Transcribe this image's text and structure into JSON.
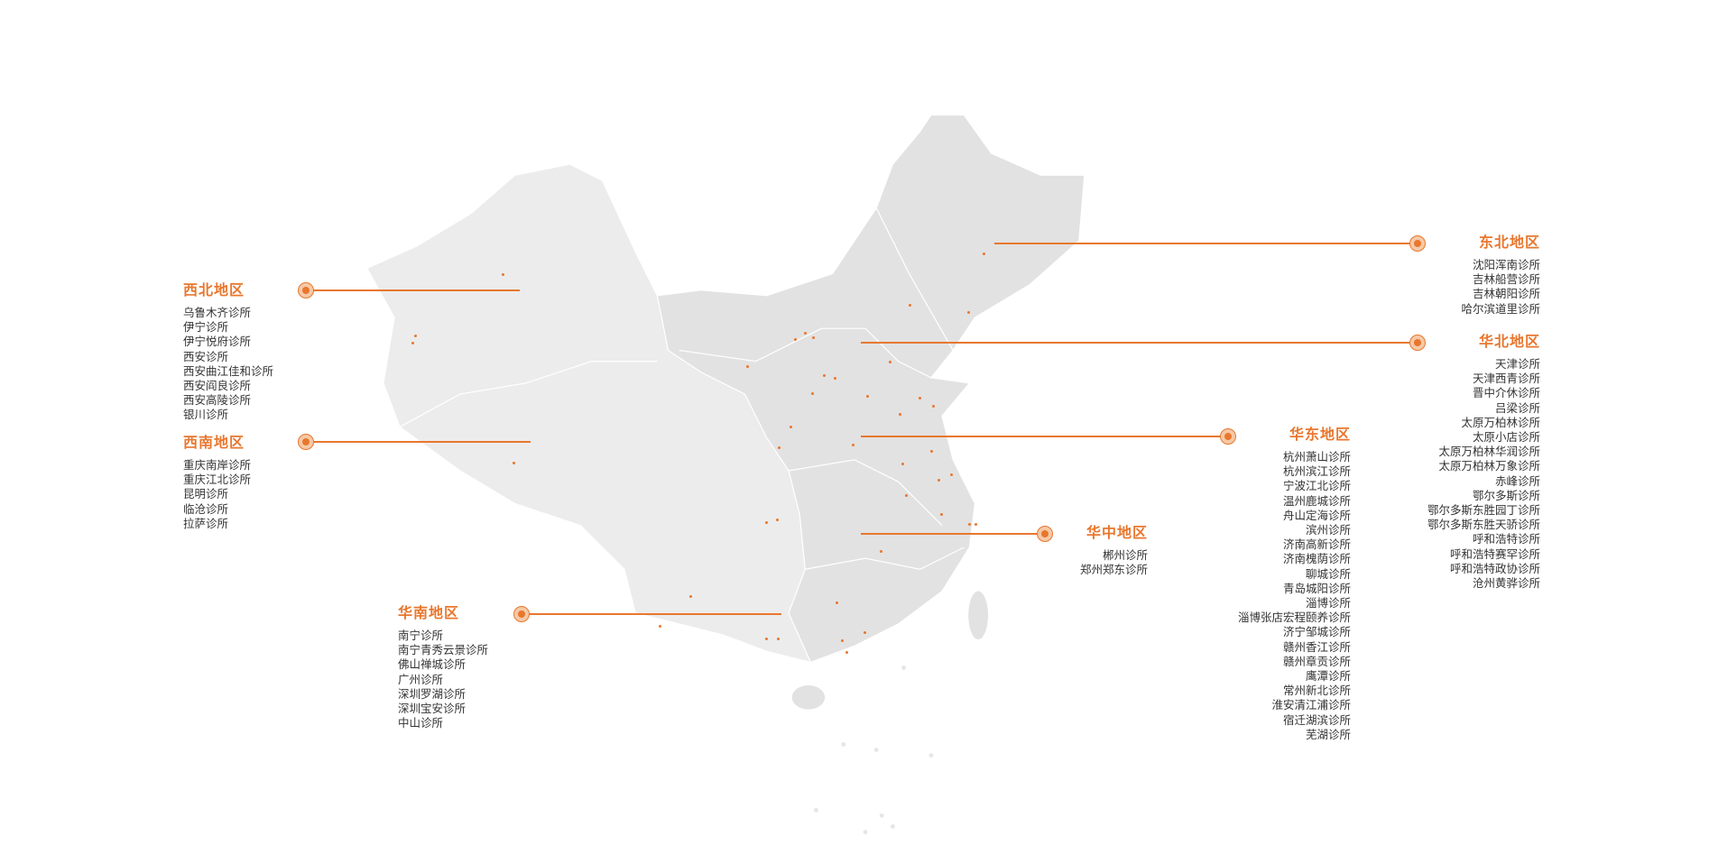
{
  "accent_color": "#e8772e",
  "regions": {
    "northwest": {
      "title": "西北地区",
      "items": [
        "乌鲁木齐诊所",
        "伊宁诊所",
        "伊宁悦府诊所",
        "西安诊所",
        "西安曲江佳和诊所",
        "西安阎良诊所",
        "西安高陵诊所",
        "银川诊所"
      ]
    },
    "southwest": {
      "title": "西南地区",
      "items": [
        "重庆南岸诊所",
        "重庆江北诊所",
        "昆明诊所",
        "临沧诊所",
        "拉萨诊所"
      ]
    },
    "south": {
      "title": "华南地区",
      "items": [
        "南宁诊所",
        "南宁青秀云景诊所",
        "佛山禅城诊所",
        "广州诊所",
        "深圳罗湖诊所",
        "深圳宝安诊所",
        "中山诊所"
      ]
    },
    "central": {
      "title": "华中地区",
      "items": [
        "郴州诊所",
        "郑州郑东诊所"
      ]
    },
    "east": {
      "title": "华东地区",
      "items": [
        "杭州萧山诊所",
        "杭州滨江诊所",
        "宁波江北诊所",
        "温州鹿城诊所",
        "舟山定海诊所",
        "滨州诊所",
        "济南高新诊所",
        "济南槐荫诊所",
        "聊城诊所",
        "青岛城阳诊所",
        "淄博诊所",
        "淄博张店宏程颐养诊所",
        "济宁邹城诊所",
        "赣州香江诊所",
        "赣州章贡诊所",
        "鹰潭诊所",
        "常州新北诊所",
        "淮安清江浦诊所",
        "宿迁湖滨诊所",
        "芜湖诊所"
      ]
    },
    "northeast": {
      "title": "东北地区",
      "items": [
        "沈阳浑南诊所",
        "吉林船营诊所",
        "吉林朝阳诊所",
        "哈尔滨道里诊所"
      ]
    },
    "north": {
      "title": "华北地区",
      "items": [
        "天津诊所",
        "天津西青诊所",
        "晋中介休诊所",
        "吕梁诊所",
        "太原万柏林诊所",
        "太原小店诊所",
        "太原万柏林华润诊所",
        "太原万柏林万象诊所",
        "赤峰诊所",
        "鄂尔多斯诊所",
        "鄂尔多斯东胜园丁诊所",
        "鄂尔多斯东胜天骄诊所",
        "呼和浩特诊所",
        "呼和浩特赛罕诊所",
        "呼和浩特政协诊所",
        "沧州黄骅诊所"
      ]
    }
  }
}
